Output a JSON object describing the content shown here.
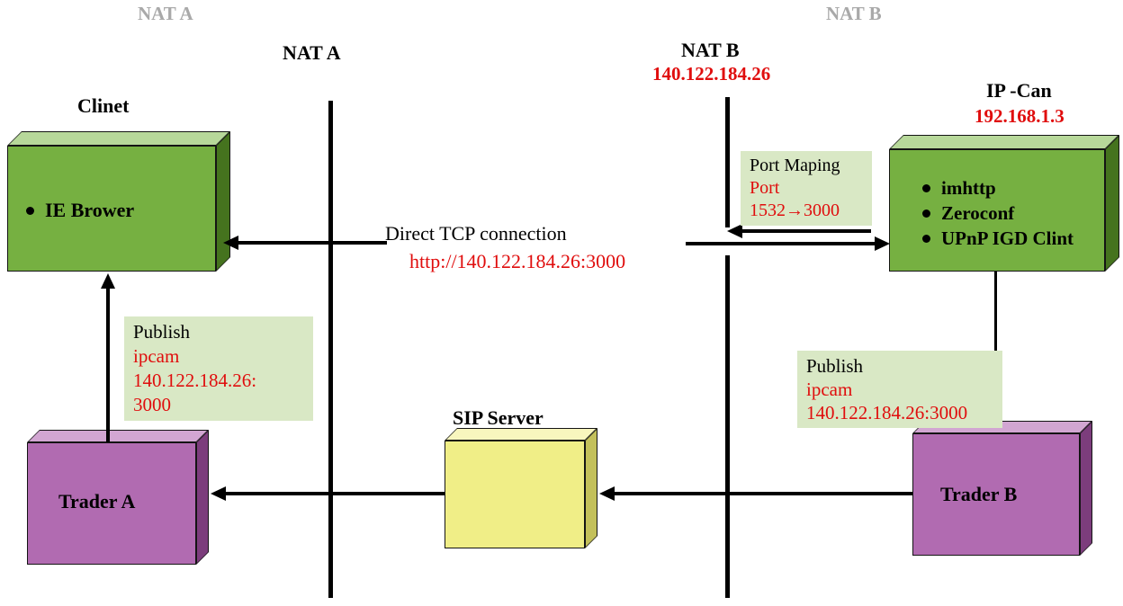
{
  "colors": {
    "red": "#e00d0d",
    "watermark_gray": "#a9a9a9",
    "green_front": "#76b041",
    "green_top": "#b7d89a",
    "green_side": "#45731e",
    "purple_front": "#b16bb1",
    "purple_top": "#d2a6d2",
    "purple_side": "#7c3d7c",
    "yellow_front": "#f0ee87",
    "yellow_top": "#f8f6be",
    "yellow_side": "#c3c05a",
    "note_green": "#d9e8c5"
  },
  "watermarks": {
    "nat_a": "NAT A",
    "nat_b": "NAT B"
  },
  "nat_a": {
    "label": "NAT A"
  },
  "nat_b": {
    "label": "NAT B",
    "ip": "140.122.184.26"
  },
  "client": {
    "title": "Clinet",
    "bullets": [
      "IE Brower"
    ]
  },
  "ip_can": {
    "title": "IP -Can",
    "ip": "192.168.1.3",
    "bullets": [
      "imhttp",
      "Zeroconf",
      "UPnP IGD Clint"
    ]
  },
  "sip_server": {
    "label": "SIP Server"
  },
  "trader_a": {
    "label": "Trader A"
  },
  "trader_b": {
    "label": "Trader B"
  },
  "direct_tcp": {
    "label": "Direct TCP connection",
    "url": "http://140.122.184.26:3000"
  },
  "port_mapping": {
    "title": "Port Maping",
    "line2": "Port",
    "line3": "1532→3000"
  },
  "publish_a": {
    "title": "Publish",
    "line2": "ipcam",
    "line3": "140.122.184.26:",
    "line4": "3000"
  },
  "publish_b": {
    "title": "Publish",
    "line2": "ipcam",
    "line3": "140.122.184.26:3000"
  }
}
